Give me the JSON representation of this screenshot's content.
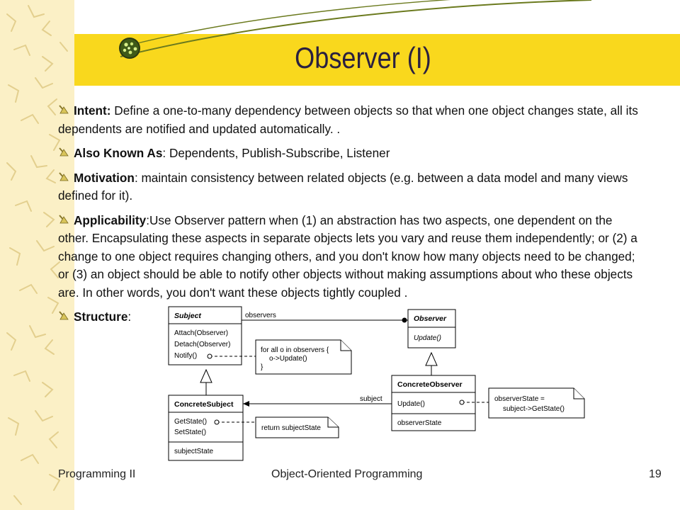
{
  "slide": {
    "title": "Observer (I)",
    "bullets": [
      {
        "label": "Intent:",
        "text": " Define a one-to-many dependency between objects so that when one object changes state, all its dependents are notified and updated automatically. ."
      },
      {
        "label": "Also Known As",
        "text": ": Dependents, Publish-Subscribe, Listener"
      },
      {
        "label": "Motivation",
        "text": ": maintain consistency between related objects (e.g. between a data model and many views defined for it)."
      },
      {
        "label": "Applicability",
        "text": ":Use Observer pattern when (1) an abstraction has two aspects, one dependent on the other. Encapsulating these aspects in separate objects lets you vary and reuse them independently; or (2) a change to one object requires changing others, and you don't know how many objects need to be changed; or (3) an object should be able to notify other objects without making assumptions about who these objects are. In other words, you don't want these objects tightly coupled ."
      },
      {
        "label": "Structure",
        "text": ":"
      }
    ]
  },
  "diagram": {
    "subject": {
      "name": "Subject",
      "ops": [
        "Attach(Observer)",
        "Detach(Observer)",
        "Notify()"
      ]
    },
    "observer": {
      "name": "Observer",
      "ops": [
        "Update()"
      ]
    },
    "concrete_subject": {
      "name": "ConcreteSubject",
      "ops": [
        "GetState()",
        "SetState()"
      ],
      "attrs": [
        "subjectState"
      ]
    },
    "concrete_observer": {
      "name": "ConcreteObserver",
      "ops": [
        "Update()"
      ],
      "attrs": [
        "observerState"
      ]
    },
    "notes": {
      "notify": [
        "for all o in observers {",
        "o->Update()",
        "}"
      ],
      "getstate": [
        "return subjectState"
      ],
      "update": [
        "observerState =",
        "subject->GetState()"
      ]
    },
    "labels": {
      "observers": "observers",
      "subject": "subject"
    }
  },
  "footer": {
    "left": "Programming II",
    "center": "Object-Oriented Programming",
    "page": "19"
  },
  "colors": {
    "band": "#f9d81d",
    "strip": "#fbf0c6",
    "arc": "#6b7a1e"
  }
}
